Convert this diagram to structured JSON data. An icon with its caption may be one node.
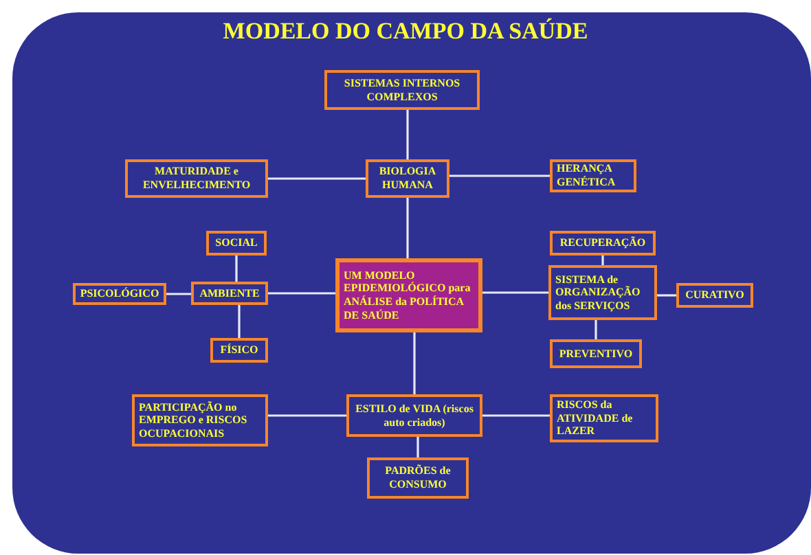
{
  "diagram": {
    "title": "MODELO DO CAMPO DA SAÚDE",
    "nodes": [
      {
        "text": [
          "UM MODELO EPIDEMIOLÓGICO para ANÁLISE da POLÍTICA DE SAÚDE"
        ]
      },
      {
        "text": [
          "BIOLOGIA HUMANA"
        ]
      },
      {
        "text": [
          "SISTEMAS INTERNOS COMPLEXOS"
        ]
      },
      {
        "text": [
          "MATURIDADE e ENVELHECIMENTO"
        ]
      },
      {
        "text": [
          "HERANÇA GENÉTICA"
        ]
      },
      {
        "text": [
          "AMBIENTE"
        ]
      },
      {
        "text": [
          "SOCIAL"
        ]
      },
      {
        "text": [
          "PSICOLÓGICO"
        ]
      },
      {
        "text": [
          "FÍSICO"
        ]
      },
      {
        "text": [
          "SISTEMA de ORGANIZAÇÃO dos SERVIÇOS"
        ]
      },
      {
        "text": [
          "RECUPERAÇÃO"
        ]
      },
      {
        "text": [
          "CURATIVO"
        ]
      },
      {
        "text": [
          "PREVENTIVO"
        ]
      },
      {
        "text": [
          "ESTILO de VIDA (riscos auto criados)"
        ]
      },
      {
        "text": [
          "PARTICIPAÇÃO no EMPREGO e RISCOS OCUPACIONAIS"
        ]
      },
      {
        "text": [
          "RISCOS da ATIVIDADE de LAZER"
        ]
      },
      {
        "text": [
          "PADRÕES de CONSUMO"
        ]
      }
    ],
    "edges": [
      {
        "from": 0,
        "to": 1,
        "arrow": "none"
      },
      {
        "from": 1,
        "to": 2,
        "arrow": "none"
      },
      {
        "from": 1,
        "to": 3,
        "arrow": "none"
      },
      {
        "from": 1,
        "to": 4,
        "arrow": "none"
      },
      {
        "from": 0,
        "to": 5,
        "arrow": "none"
      },
      {
        "from": 5,
        "to": 6,
        "arrow": "none"
      },
      {
        "from": 5,
        "to": 7,
        "arrow": "none"
      },
      {
        "from": 5,
        "to": 8,
        "arrow": "none"
      },
      {
        "from": 0,
        "to": 9,
        "arrow": "none"
      },
      {
        "from": 9,
        "to": 10,
        "arrow": "none"
      },
      {
        "from": 9,
        "to": 11,
        "arrow": "none"
      },
      {
        "from": 9,
        "to": 12,
        "arrow": "none"
      },
      {
        "from": 0,
        "to": 13,
        "arrow": "none"
      },
      {
        "from": 13,
        "to": 14,
        "arrow": "none"
      },
      {
        "from": 13,
        "to": 15,
        "arrow": "none"
      },
      {
        "from": 13,
        "to": 16,
        "arrow": "none"
      }
    ]
  }
}
